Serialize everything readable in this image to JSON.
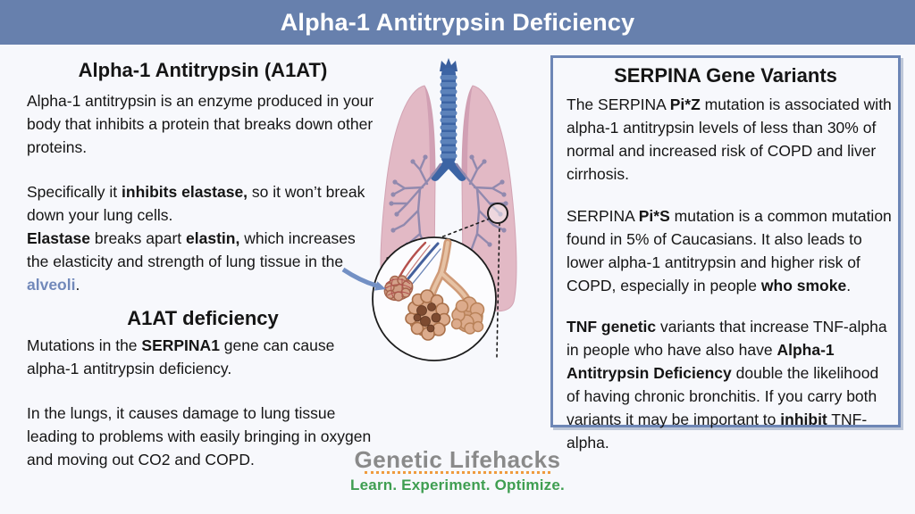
{
  "header": {
    "title": "Alpha-1 Antitrypsin Deficiency",
    "bg_color": "#6780ad"
  },
  "left": {
    "heading1": "Alpha-1 Antitrypsin (A1AT)",
    "p1": "Alpha-1 antitrypsin is an enzyme produced in your body that inhibits a protein that breaks down other proteins.",
    "p2": {
      "t1": "Specifically it ",
      "b1": "inhibits elastase,",
      "t2": " so it won’t break down your lung cells."
    },
    "p3": {
      "b1": "Elastase",
      "t1": " breaks apart ",
      "b2": "elastin,",
      "t2": " which increases the elasticity and strength of lung tissue in the ",
      "hl": "alveoli",
      "t3": "."
    },
    "heading2": "A1AT deficiency",
    "p4": {
      "t1": "Mutations in the ",
      "b1": "SERPINA1",
      "t2": " gene can cause alpha-1 antitrypsin deficiency."
    },
    "p5": "In the lungs, it causes damage to lung tissue leading to problems with easily bringing in oxygen and moving out CO2 and COPD."
  },
  "right": {
    "heading": "SERPINA Gene Variants",
    "p1": {
      "t1": "The SERPINA ",
      "b1": "Pi*Z",
      "t2": " mutation is associated with alpha-1 antitrypsin levels of less than 30% of normal and increased risk of COPD and liver cirrhosis."
    },
    "p2": {
      "t1": "SERPINA ",
      "b1": "Pi*S",
      "t2": " mutation is a common mutation found in 5% of Caucasians. It also leads to lower alpha-1 antitrypsin and higher risk of COPD, especially in people ",
      "b2": "who smoke",
      "t3": "."
    },
    "p3": {
      "b1": "TNF genetic",
      "t1": " variants that increase TNF-alpha in people who have also have  ",
      "b2": "Alpha-1 Antitrypsin Deficiency",
      "t2": " double the likelihood of having chronic bronchitis. If you carry both variants it may be important to ",
      "b3": "inhibit",
      "t3": " TNF-alpha."
    }
  },
  "logo": {
    "title": "Genetic Lifehacks",
    "tagline": "Learn. Experiment. Optimize."
  },
  "illustration": {
    "description": "lungs with trachea and magnified alveoli circle"
  },
  "colors": {
    "header_bg": "#6780ad",
    "box_border": "#6d86b6",
    "alveoli_link": "#7289ba",
    "logo_gray": "#8a8a8a",
    "logo_green": "#3f9e51",
    "logo_orange": "#ef9b3e",
    "lung_pink": "#e2b9c5",
    "bronchial_tree": "#9189ae",
    "trachea_blue": "#3c64a4"
  }
}
